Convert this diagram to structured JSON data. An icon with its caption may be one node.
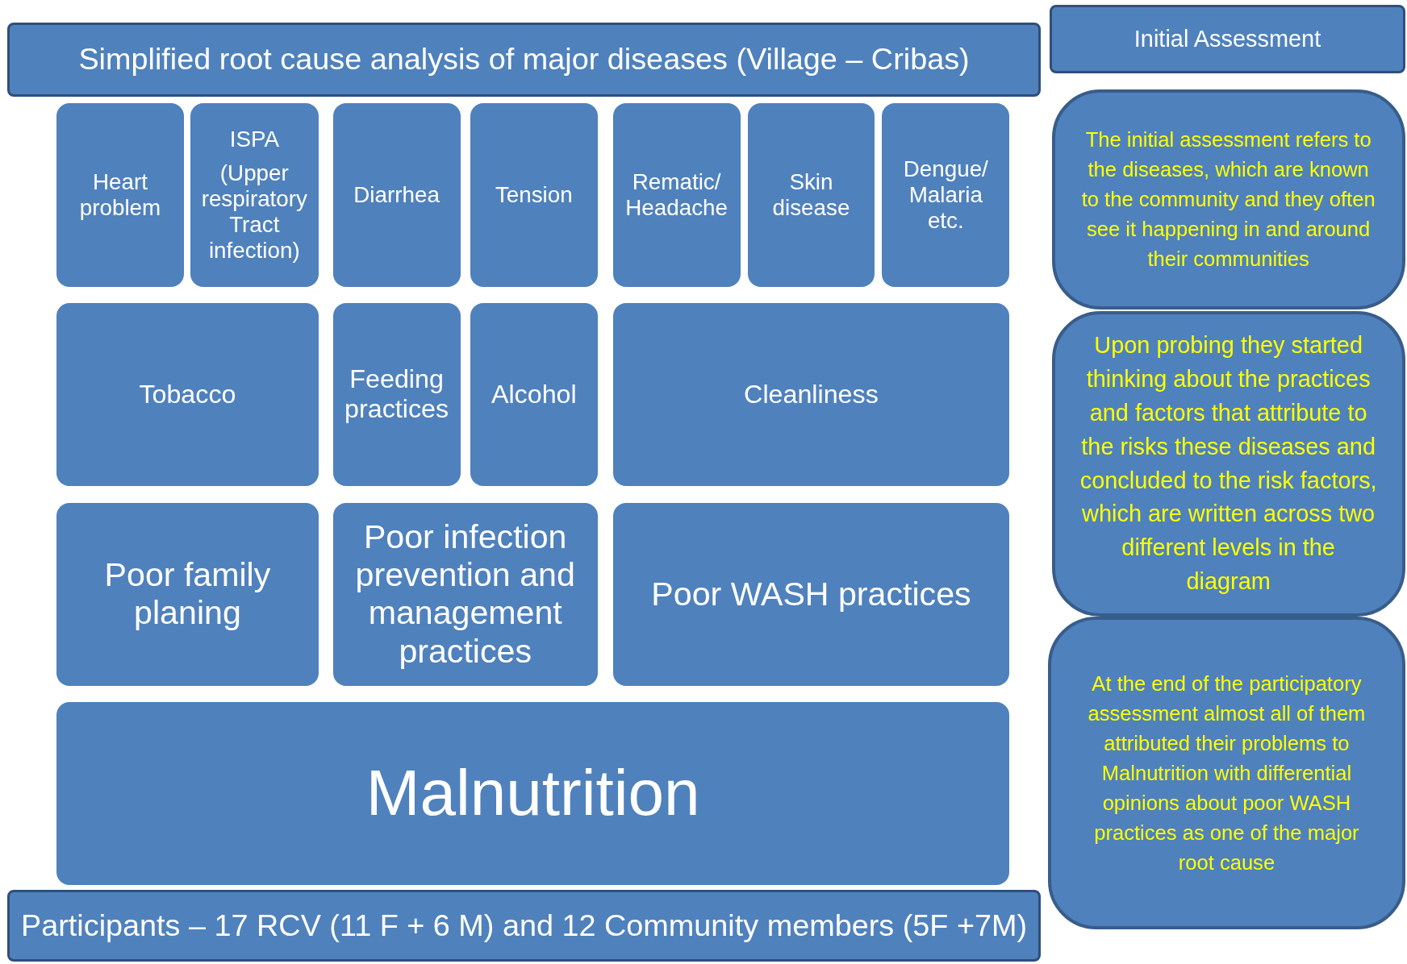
{
  "diagram": {
    "nodes": [
      {
        "text": [
          "Simplified root cause analysis of major diseases (Village – Cribas)"
        ]
      },
      {
        "text": [
          "Heart problem"
        ]
      },
      {
        "text": [
          "ISPA",
          "(Upper respiratory Tract infection)"
        ]
      },
      {
        "text": [
          "Diarrhea"
        ]
      },
      {
        "text": [
          "Tension"
        ]
      },
      {
        "text": [
          "Rematic/ Headache"
        ]
      },
      {
        "text": [
          "Skin disease"
        ]
      },
      {
        "text": [
          "Dengue/ Malaria etc."
        ]
      },
      {
        "text": [
          "Tobacco"
        ]
      },
      {
        "text": [
          "Feeding practices"
        ]
      },
      {
        "text": [
          "Alcohol"
        ]
      },
      {
        "text": [
          "Cleanliness"
        ]
      },
      {
        "text": [
          "Poor family planing"
        ]
      },
      {
        "text": [
          "Poor infection prevention and management practices"
        ]
      },
      {
        "text": [
          "Poor WASH practices"
        ]
      },
      {
        "text": [
          "Malnutrition"
        ]
      },
      {
        "text": [
          "Participants – 17 RCV (11 F + 6 M) and 12 Community members (5F +7M)"
        ]
      },
      {
        "text": [
          "Initial Assessment"
        ]
      },
      {
        "text": [
          "The initial assessment refers to the diseases, which are known to the community and they often see it happening in and around their communities"
        ]
      },
      {
        "text": [
          "Upon probing they started thinking about the practices and factors that attribute to the risks  these diseases and concluded to the risk factors, which are written across two different levels in the diagram"
        ]
      },
      {
        "text": [
          "At the end of the participatory assessment almost all of them attributed their problems to Malnutrition with differential opinions about poor WASH practices as one of the major root cause"
        ]
      }
    ],
    "edges": []
  }
}
